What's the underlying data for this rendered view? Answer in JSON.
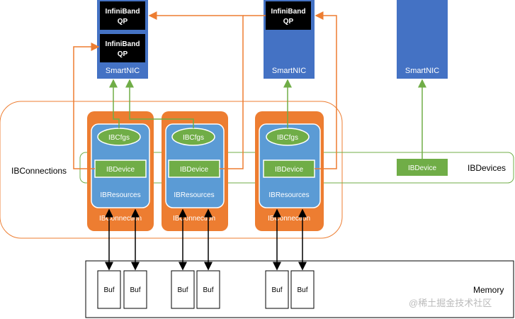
{
  "nics": [
    {
      "qps": [
        "InfiniBand QP",
        "InfiniBand QP"
      ],
      "label": "SmartNIC"
    },
    {
      "qps": [
        "InfiniBand QP"
      ],
      "label": "SmartNIC"
    },
    {
      "qps": [],
      "label": "SmartNIC"
    }
  ],
  "connections": [
    {
      "cfgs": "IBCfgs",
      "device": "IBDevice",
      "resources": "IBResources",
      "label": "IBConnection"
    },
    {
      "cfgs": "IBCfgs",
      "device": "IBDevice",
      "resources": "IBResources",
      "label": "IBConnection"
    },
    {
      "cfgs": "IBCfgs",
      "device": "IBDevice",
      "resources": "IBResources",
      "label": "IBConnection"
    }
  ],
  "standalone_device": "IBDevice",
  "group_labels": {
    "connections": "IBConnections",
    "devices": "IBDevices"
  },
  "memory": {
    "label": "Memory",
    "buffers": [
      "Buf",
      "Buf",
      "Buf",
      "Buf",
      "Buf",
      "Buf"
    ]
  },
  "watermark": "@稀土掘金技术社区",
  "colors": {
    "nic": "#4472c4",
    "qp": "#000000",
    "conn": "#ed7d31",
    "res": "#5b9bd5",
    "cfg": "#70ad47",
    "line_orange": "#ed7d31",
    "line_green": "#70ad47"
  }
}
